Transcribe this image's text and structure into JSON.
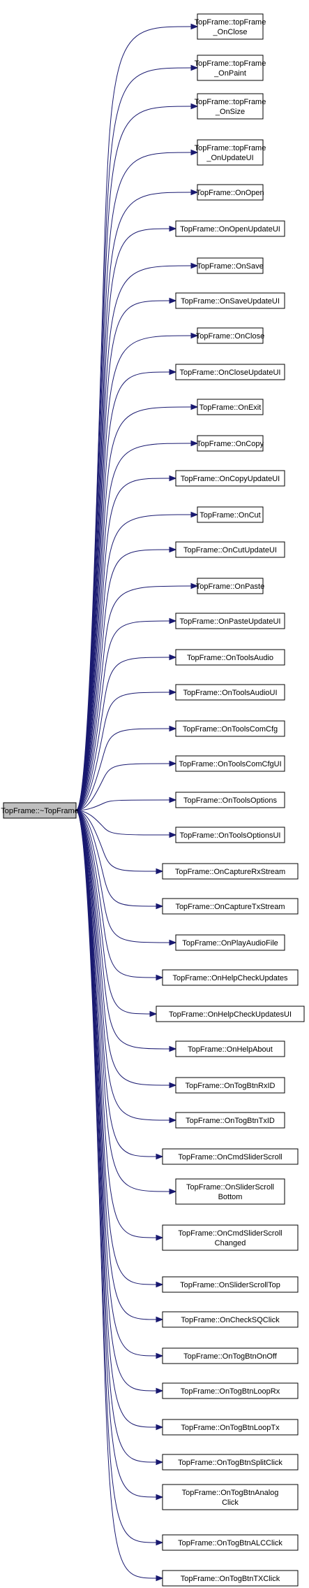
{
  "graph": {
    "source": {
      "lines": [
        "TopFrame::~TopFrame"
      ],
      "fill": "#bfbfbf"
    },
    "edge_color": "#191970",
    "target_fill": "#ffffff",
    "targets": [
      {
        "lines": [
          "TopFrame::topFrame",
          "_OnClose"
        ]
      },
      {
        "lines": [
          "TopFrame::topFrame",
          "_OnPaint"
        ]
      },
      {
        "lines": [
          "TopFrame::topFrame",
          "_OnSize"
        ]
      },
      {
        "lines": [
          "TopFrame::topFrame",
          "_OnUpdateUI"
        ]
      },
      {
        "lines": [
          "TopFrame::OnOpen"
        ]
      },
      {
        "lines": [
          "TopFrame::OnOpenUpdateUI"
        ]
      },
      {
        "lines": [
          "TopFrame::OnSave"
        ]
      },
      {
        "lines": [
          "TopFrame::OnSaveUpdateUI"
        ]
      },
      {
        "lines": [
          "TopFrame::OnClose"
        ]
      },
      {
        "lines": [
          "TopFrame::OnCloseUpdateUI"
        ]
      },
      {
        "lines": [
          "TopFrame::OnExit"
        ]
      },
      {
        "lines": [
          "TopFrame::OnCopy"
        ]
      },
      {
        "lines": [
          "TopFrame::OnCopyUpdateUI"
        ]
      },
      {
        "lines": [
          "TopFrame::OnCut"
        ]
      },
      {
        "lines": [
          "TopFrame::OnCutUpdateUI"
        ]
      },
      {
        "lines": [
          "TopFrame::OnPaste"
        ]
      },
      {
        "lines": [
          "TopFrame::OnPasteUpdateUI"
        ]
      },
      {
        "lines": [
          "TopFrame::OnToolsAudio"
        ]
      },
      {
        "lines": [
          "TopFrame::OnToolsAudioUI"
        ]
      },
      {
        "lines": [
          "TopFrame::OnToolsComCfg"
        ]
      },
      {
        "lines": [
          "TopFrame::OnToolsComCfgUI"
        ]
      },
      {
        "lines": [
          "TopFrame::OnToolsOptions"
        ]
      },
      {
        "lines": [
          "TopFrame::OnToolsOptionsUI"
        ]
      },
      {
        "lines": [
          "TopFrame::OnCaptureRxStream"
        ]
      },
      {
        "lines": [
          "TopFrame::OnCaptureTxStream"
        ]
      },
      {
        "lines": [
          "TopFrame::OnPlayAudioFile"
        ]
      },
      {
        "lines": [
          "TopFrame::OnHelpCheckUpdates"
        ]
      },
      {
        "lines": [
          "TopFrame::OnHelpCheckUpdatesUI"
        ]
      },
      {
        "lines": [
          "TopFrame::OnHelpAbout"
        ]
      },
      {
        "lines": [
          "TopFrame::OnTogBtnRxID"
        ]
      },
      {
        "lines": [
          "TopFrame::OnTogBtnTxID"
        ]
      },
      {
        "lines": [
          "TopFrame::OnCmdSliderScroll"
        ]
      },
      {
        "lines": [
          "TopFrame::OnSliderScroll",
          "Bottom"
        ]
      },
      {
        "lines": [
          "TopFrame::OnCmdSliderScroll",
          "Changed"
        ]
      },
      {
        "lines": [
          "TopFrame::OnSliderScrollTop"
        ]
      },
      {
        "lines": [
          "TopFrame::OnCheckSQClick"
        ]
      },
      {
        "lines": [
          "TopFrame::OnTogBtnOnOff"
        ]
      },
      {
        "lines": [
          "TopFrame::OnTogBtnLoopRx"
        ]
      },
      {
        "lines": [
          "TopFrame::OnTogBtnLoopTx"
        ]
      },
      {
        "lines": [
          "TopFrame::OnTogBtnSplitClick"
        ]
      },
      {
        "lines": [
          "TopFrame::OnTogBtnAnalog",
          "Click"
        ]
      },
      {
        "lines": [
          "TopFrame::OnTogBtnALCClick"
        ]
      },
      {
        "lines": [
          "TopFrame::OnTogBtnTXClick"
        ]
      }
    ]
  }
}
